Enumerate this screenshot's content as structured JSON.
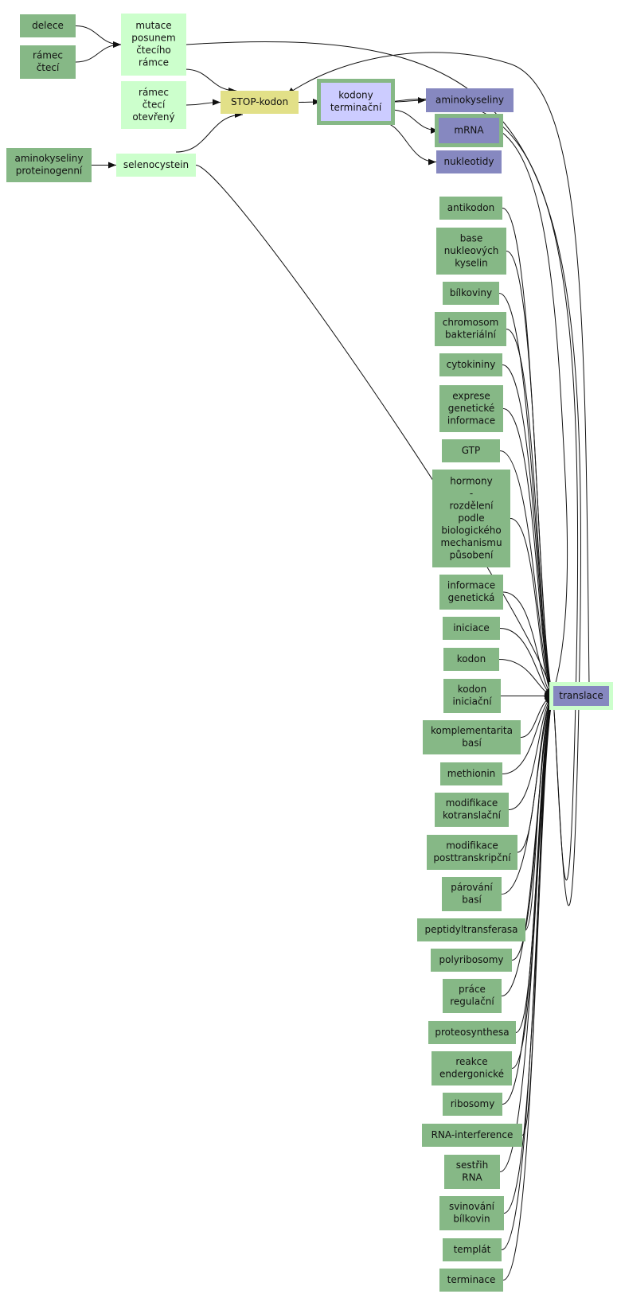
{
  "colors": {
    "dark_green": "#86b886",
    "light_green": "#ccffcc",
    "yellow": "#e2e088",
    "lavender": "#ccccff",
    "blue_gray": "#8688c0",
    "edge": "#111111"
  },
  "nodes": [
    {
      "id": "delece",
      "label": [
        "delece"
      ],
      "fill": "dark_green"
    },
    {
      "id": "ramec-cteci",
      "label": [
        "rámec",
        "čtecí"
      ],
      "fill": "dark_green"
    },
    {
      "id": "mutace-posunem",
      "label": [
        "mutace",
        "posunem",
        "čtecího",
        "rámce"
      ],
      "fill": "light_green"
    },
    {
      "id": "ramec-cteci-otevreny",
      "label": [
        "rámec",
        "čtecí",
        "otevřený"
      ],
      "fill": "light_green"
    },
    {
      "id": "stop-kodon",
      "label": [
        "STOP-kodon"
      ],
      "fill": "yellow"
    },
    {
      "id": "kodony-terminacni",
      "label": [
        "kodony",
        "terminační"
      ],
      "fill": "lavender",
      "border": "dark_green"
    },
    {
      "id": "aminokyseliny",
      "label": [
        "aminokyseliny"
      ],
      "fill": "blue_gray"
    },
    {
      "id": "mrna",
      "label": [
        "mRNA"
      ],
      "fill": "blue_gray",
      "border": "dark_green"
    },
    {
      "id": "nukleotidy",
      "label": [
        "nukleotidy"
      ],
      "fill": "blue_gray"
    },
    {
      "id": "aminokyseliny-proteinogenni",
      "label": [
        "aminokyseliny",
        "proteinogenní"
      ],
      "fill": "dark_green"
    },
    {
      "id": "selenocystein",
      "label": [
        "selenocystein"
      ],
      "fill": "light_green"
    },
    {
      "id": "antikodon",
      "label": [
        "antikodon"
      ],
      "fill": "dark_green"
    },
    {
      "id": "base-nukleovych-kyselin",
      "label": [
        "base",
        "nukleových",
        "kyselin"
      ],
      "fill": "dark_green"
    },
    {
      "id": "bilkoviny",
      "label": [
        "bílkoviny"
      ],
      "fill": "dark_green"
    },
    {
      "id": "chromosom-bakterialni",
      "label": [
        "chromosom",
        "bakteriální"
      ],
      "fill": "dark_green"
    },
    {
      "id": "cytokininy",
      "label": [
        "cytokininy"
      ],
      "fill": "dark_green"
    },
    {
      "id": "exprese-geneticke-informace",
      "label": [
        "exprese",
        "genetické",
        "informace"
      ],
      "fill": "dark_green"
    },
    {
      "id": "gtp",
      "label": [
        "GTP"
      ],
      "fill": "dark_green"
    },
    {
      "id": "hormony",
      "label": [
        "hormony",
        "-",
        "rozdělení",
        "podle",
        "biologického",
        "mechanismu",
        "působení"
      ],
      "fill": "dark_green"
    },
    {
      "id": "informace-geneticka",
      "label": [
        "informace",
        "genetická"
      ],
      "fill": "dark_green"
    },
    {
      "id": "iniciace",
      "label": [
        "iniciace"
      ],
      "fill": "dark_green"
    },
    {
      "id": "kodon",
      "label": [
        "kodon"
      ],
      "fill": "dark_green"
    },
    {
      "id": "kodon-iniciacni",
      "label": [
        "kodon",
        "iniciační"
      ],
      "fill": "dark_green"
    },
    {
      "id": "komplementarita-basi",
      "label": [
        "komplementarita",
        "basí"
      ],
      "fill": "dark_green"
    },
    {
      "id": "methionin",
      "label": [
        "methionin"
      ],
      "fill": "dark_green"
    },
    {
      "id": "modifikace-kotranslacni",
      "label": [
        "modifikace",
        "kotranslační"
      ],
      "fill": "dark_green"
    },
    {
      "id": "modifikace-posttranskripcni",
      "label": [
        "modifikace",
        "posttranskripční"
      ],
      "fill": "dark_green"
    },
    {
      "id": "parovani-basi",
      "label": [
        "párování",
        "basí"
      ],
      "fill": "dark_green"
    },
    {
      "id": "peptidyltransferasa",
      "label": [
        "peptidyltransferasa"
      ],
      "fill": "dark_green"
    },
    {
      "id": "polyribosomy",
      "label": [
        "polyribosomy"
      ],
      "fill": "dark_green"
    },
    {
      "id": "prace-regulacni",
      "label": [
        "práce",
        "regulační"
      ],
      "fill": "dark_green"
    },
    {
      "id": "proteosynthesa",
      "label": [
        "proteosynthesa"
      ],
      "fill": "dark_green"
    },
    {
      "id": "reakce-endergonicke",
      "label": [
        "reakce",
        "endergonické"
      ],
      "fill": "dark_green"
    },
    {
      "id": "ribosomy",
      "label": [
        "ribosomy"
      ],
      "fill": "dark_green"
    },
    {
      "id": "rna-interference",
      "label": [
        "RNA-interference"
      ],
      "fill": "dark_green"
    },
    {
      "id": "sestrih-rna",
      "label": [
        "sestřih",
        "RNA"
      ],
      "fill": "dark_green"
    },
    {
      "id": "svinovani-bilkovin",
      "label": [
        "svinování",
        "bílkovin"
      ],
      "fill": "dark_green"
    },
    {
      "id": "templat",
      "label": [
        "templát"
      ],
      "fill": "dark_green"
    },
    {
      "id": "terminace",
      "label": [
        "terminace"
      ],
      "fill": "dark_green"
    },
    {
      "id": "translace",
      "label": [
        "translace"
      ],
      "fill": "blue_gray",
      "border": "light_green"
    }
  ],
  "edges": [
    [
      "delece",
      "mutace-posunem"
    ],
    [
      "ramec-cteci",
      "mutace-posunem"
    ],
    [
      "mutace-posunem",
      "stop-kodon"
    ],
    [
      "mutace-posunem",
      "translace"
    ],
    [
      "ramec-cteci-otevreny",
      "stop-kodon"
    ],
    [
      "selenocystein",
      "stop-kodon"
    ],
    [
      "stop-kodon",
      "kodony-terminacni"
    ],
    [
      "translace",
      "stop-kodon"
    ],
    [
      "kodony-terminacni",
      "aminokyseliny"
    ],
    [
      "kodony-terminacni",
      "mrna"
    ],
    [
      "kodony-terminacni",
      "nukleotidy"
    ],
    [
      "kodony-terminacni",
      "translace"
    ],
    [
      "aminokyseliny-proteinogenni",
      "selenocystein"
    ],
    [
      "selenocystein",
      "translace"
    ],
    [
      "mrna",
      "translace"
    ],
    [
      "antikodon",
      "translace"
    ],
    [
      "base-nukleovych-kyselin",
      "translace"
    ],
    [
      "bilkoviny",
      "translace"
    ],
    [
      "chromosom-bakterialni",
      "translace"
    ],
    [
      "cytokininy",
      "translace"
    ],
    [
      "exprese-geneticke-informace",
      "translace"
    ],
    [
      "gtp",
      "translace"
    ],
    [
      "hormony",
      "translace"
    ],
    [
      "informace-geneticka",
      "translace"
    ],
    [
      "iniciace",
      "translace"
    ],
    [
      "kodon",
      "translace"
    ],
    [
      "kodon-iniciacni",
      "translace"
    ],
    [
      "komplementarita-basi",
      "translace"
    ],
    [
      "methionin",
      "translace"
    ],
    [
      "modifikace-kotranslacni",
      "translace"
    ],
    [
      "modifikace-posttranskripcni",
      "translace"
    ],
    [
      "parovani-basi",
      "translace"
    ],
    [
      "peptidyltransferasa",
      "translace"
    ],
    [
      "polyribosomy",
      "translace"
    ],
    [
      "prace-regulacni",
      "translace"
    ],
    [
      "proteosynthesa",
      "translace"
    ],
    [
      "reakce-endergonicke",
      "translace"
    ],
    [
      "ribosomy",
      "translace"
    ],
    [
      "rna-interference",
      "translace"
    ],
    [
      "sestrih-rna",
      "translace"
    ],
    [
      "svinovani-bilkovin",
      "translace"
    ],
    [
      "templat",
      "translace"
    ],
    [
      "terminace",
      "translace"
    ]
  ]
}
